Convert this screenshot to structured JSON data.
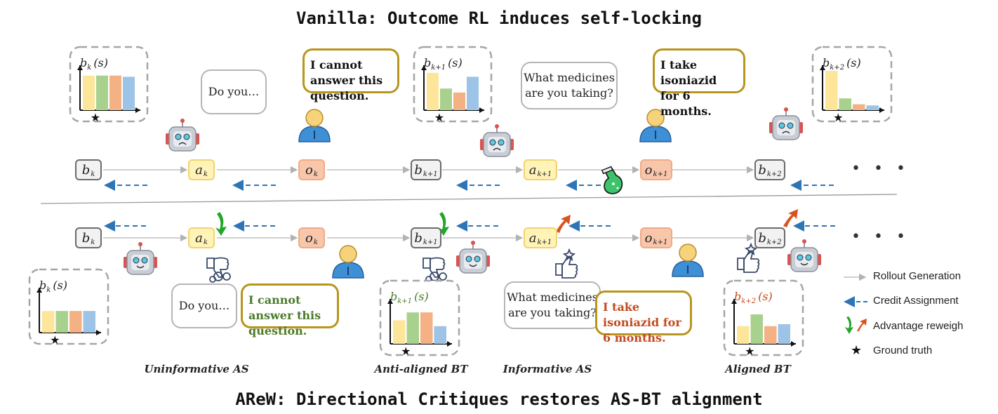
{
  "title_top": "Vanilla: Outcome RL induces self-locking",
  "title_bottom": "AReW: Directional Critiques restores AS-BT alignment",
  "top_row": {
    "nodes": [
      {
        "letter": "b",
        "sub": "k"
      },
      {
        "letter": "a",
        "sub": "k"
      },
      {
        "letter": "o",
        "sub": "k"
      },
      {
        "letter": "b",
        "sub": "k+1"
      },
      {
        "letter": "a",
        "sub": "k+1"
      },
      {
        "letter": "o",
        "sub": "k+1"
      },
      {
        "letter": "b",
        "sub": "k+2"
      }
    ],
    "belief_charts": [
      {
        "label_main": "b",
        "label_sub": "k",
        "label_tail": "(s)",
        "values": [
          0.88,
          0.88,
          0.88,
          0.85
        ]
      },
      {
        "label_main": "b",
        "label_sub": "k+1",
        "label_tail": "(s)",
        "values": [
          0.95,
          0.55,
          0.45,
          0.85
        ]
      },
      {
        "label_main": "b",
        "label_sub": "k+2",
        "label_tail": "(s)",
        "values": [
          1.0,
          0.3,
          0.15,
          0.12
        ]
      }
    ],
    "bubbles": {
      "agent_1": "Do you…",
      "user_1": "I cannot answer this question.",
      "agent_2": "What medicines are you taking?",
      "user_2": "I take isoniazid for 6 months."
    }
  },
  "bottom_row": {
    "nodes": [
      {
        "letter": "b",
        "sub": "k"
      },
      {
        "letter": "a",
        "sub": "k"
      },
      {
        "letter": "o",
        "sub": "k"
      },
      {
        "letter": "b",
        "sub": "k+1"
      },
      {
        "letter": "a",
        "sub": "k+1"
      },
      {
        "letter": "o",
        "sub": "k+1"
      },
      {
        "letter": "b",
        "sub": "k+2"
      }
    ],
    "belief_charts": [
      {
        "label_main": "b",
        "label_sub": "k",
        "label_tail": "(s)",
        "values": [
          0.55,
          0.55,
          0.55,
          0.55
        ]
      },
      {
        "label_main": "b",
        "label_sub": "k+1",
        "label_tail": "(s)",
        "values": [
          0.6,
          0.8,
          0.8,
          0.45
        ]
      },
      {
        "label_main": "b",
        "label_sub": "k+2",
        "label_tail": "(s)",
        "values": [
          0.45,
          0.75,
          0.45,
          0.5
        ]
      }
    ],
    "bubbles": {
      "agent_1": "Do you…",
      "user_1": "I cannot answer this question.",
      "agent_2": "What medicines are you taking?",
      "user_2": "I take isoniazid for 6 months."
    },
    "captions": [
      "Uninformative AS",
      "Anti-aligned BT",
      "Informative AS",
      "Aligned BT"
    ]
  },
  "ellipsis": "• • •",
  "legend": [
    {
      "label": "Rollout Generation",
      "icon": "grey-arrow-icon"
    },
    {
      "label": "Credit Assignment",
      "icon": "blue-dashed-arrow-icon"
    },
    {
      "label": "Advantage reweigh",
      "icon": "up-down-arrows-icon"
    },
    {
      "label": "Ground truth",
      "icon": "star-icon"
    }
  ],
  "colors": {
    "bar_yellow": "#fde69a",
    "bar_green": "#a9d18e",
    "bar_orange": "#f4b183",
    "bar_blue": "#9dc3e6",
    "gold_border": "#b8951c",
    "credit_blue": "#2e75b6",
    "reweigh_green": "#22a52a",
    "reweigh_red": "#d9531e",
    "green_text": "#4c7a2a",
    "red_text": "#c24a1d"
  }
}
